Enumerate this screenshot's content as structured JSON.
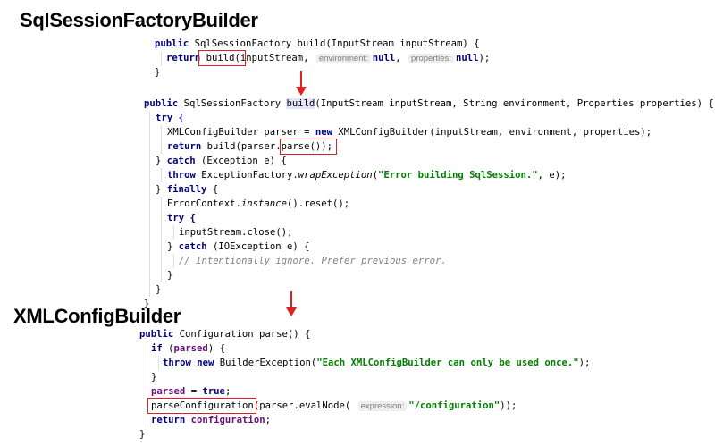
{
  "headings": {
    "top": "SqlSessionFactoryBuilder",
    "bottom": "XMLConfigBuilder"
  },
  "snippet1": {
    "l1": {
      "kw": "public ",
      "rest": "SqlSessionFactory build(InputStream inputStream) {"
    },
    "l2": {
      "kw_return": "return ",
      "call": "build",
      "args_a": "(inputStream, ",
      "hint_env": "environment:",
      "null1": "null",
      "comma": ", ",
      "hint_props": "properties:",
      "null2": "null",
      "tail": ");"
    },
    "l3": "}"
  },
  "snippet2": {
    "l1": {
      "kw": "public ",
      "pre": "SqlSessionFactory ",
      "method": "build",
      "rest": "(InputStream inputStream, String environment, Properties properties) {"
    },
    "l2": "try {",
    "l3": {
      "pre": "XMLConfigBuilder parser = ",
      "kw_new": "new",
      "rest": " XMLConfigBuilder(inputStream, environment, properties);"
    },
    "l4": {
      "kw_return": "return ",
      "pre": "build(parser.",
      "call": "parse()",
      "tail": ");"
    },
    "l5": {
      "pre": "} ",
      "kw_catch": "catch",
      "rest": " (Exception e) {"
    },
    "l6": {
      "kw_throw": "throw ",
      "pre": "ExceptionFactory.",
      "method": "wrapException",
      "open": "(",
      "str": "\"Error building SqlSession.\"",
      "tail": ", e);"
    },
    "l7": {
      "pre": "} ",
      "kw_finally": "finally",
      "rest": " {"
    },
    "l8": {
      "pre": "ErrorContext.",
      "method": "instance",
      "rest": "().reset();"
    },
    "l9": "try {",
    "l10": "inputStream.close();",
    "l11": {
      "pre": "} ",
      "kw_catch": "catch",
      "rest": " (IOException e) {"
    },
    "l12": "// Intentionally ignore. Prefer previous error.",
    "l13": "}",
    "l14": "}",
    "l15": "}"
  },
  "snippet3": {
    "l1": {
      "kw": "public ",
      "rest": "Configuration parse() {"
    },
    "l2": {
      "kw_if": "if",
      "open": " (",
      "fld": "parsed",
      "tail": ") {"
    },
    "l3": {
      "kw_throw": "throw ",
      "kw_new": "new",
      "pre": " BuilderException(",
      "str": "\"Each XMLConfigBuilder can only be used once.\"",
      "tail": ");"
    },
    "l4": "}",
    "l5": {
      "fld": "parsed",
      "eq": " = ",
      "kw_true": "true",
      "tail": ";"
    },
    "l6": {
      "call": "parseConfiguration",
      "pre": "(parser.evalNode( ",
      "hint_expr": "expression:",
      "str": "\"/configuration\"",
      "tail": "));"
    },
    "l7": {
      "kw_return": "return ",
      "fld": "configuration",
      "tail": ";"
    },
    "l8": "}"
  },
  "colors": {
    "keyword": "#000080",
    "field": "#660e7a",
    "string": "#008000",
    "comment": "#808080",
    "highlight_box": "#e02020"
  }
}
